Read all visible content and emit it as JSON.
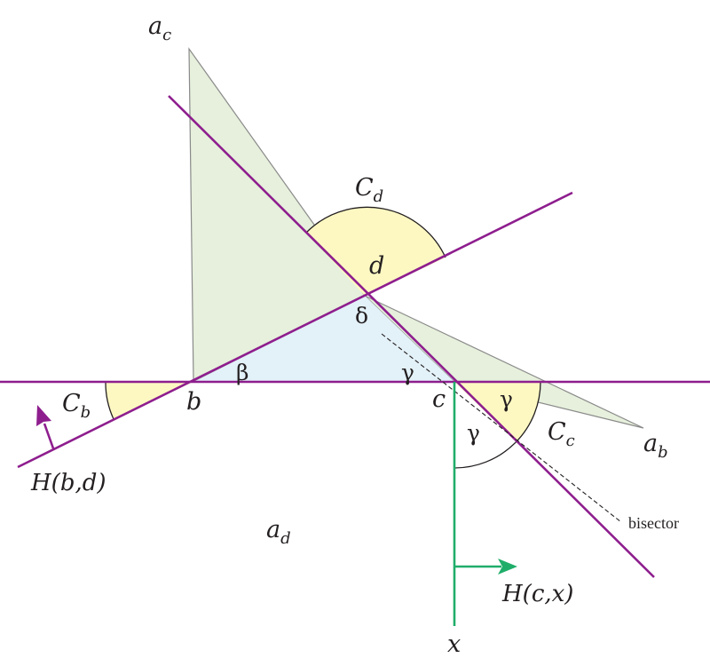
{
  "points": {
    "a_c": {
      "main": "a",
      "sub": "c"
    },
    "a_b": {
      "main": "a",
      "sub": "b"
    },
    "a_d": {
      "main": "a",
      "sub": "d"
    },
    "b": "b",
    "c": "c",
    "d": "d",
    "x": "x"
  },
  "arcs": {
    "C_d": {
      "main": "C",
      "sub": "d"
    },
    "C_b": {
      "main": "C",
      "sub": "b"
    },
    "C_c": {
      "main": "C",
      "sub": "c"
    }
  },
  "angles": {
    "beta": "β",
    "gamma_top": "γ",
    "gamma_right": "γ",
    "gamma_bottom": "γ",
    "delta": "δ"
  },
  "halfplanes": {
    "H_bd": "H(b,d)",
    "H_cx": "H(c,x)"
  },
  "bisector_label": "bisector",
  "colors": {
    "line_purple": "#8e1e8e",
    "line_green": "#1fae6a",
    "fill_green": "#e6f0dc",
    "fill_blue": "#e3f1f8",
    "fill_yellow": "#fdf8c2",
    "outline_gray": "#8a8a8a"
  }
}
